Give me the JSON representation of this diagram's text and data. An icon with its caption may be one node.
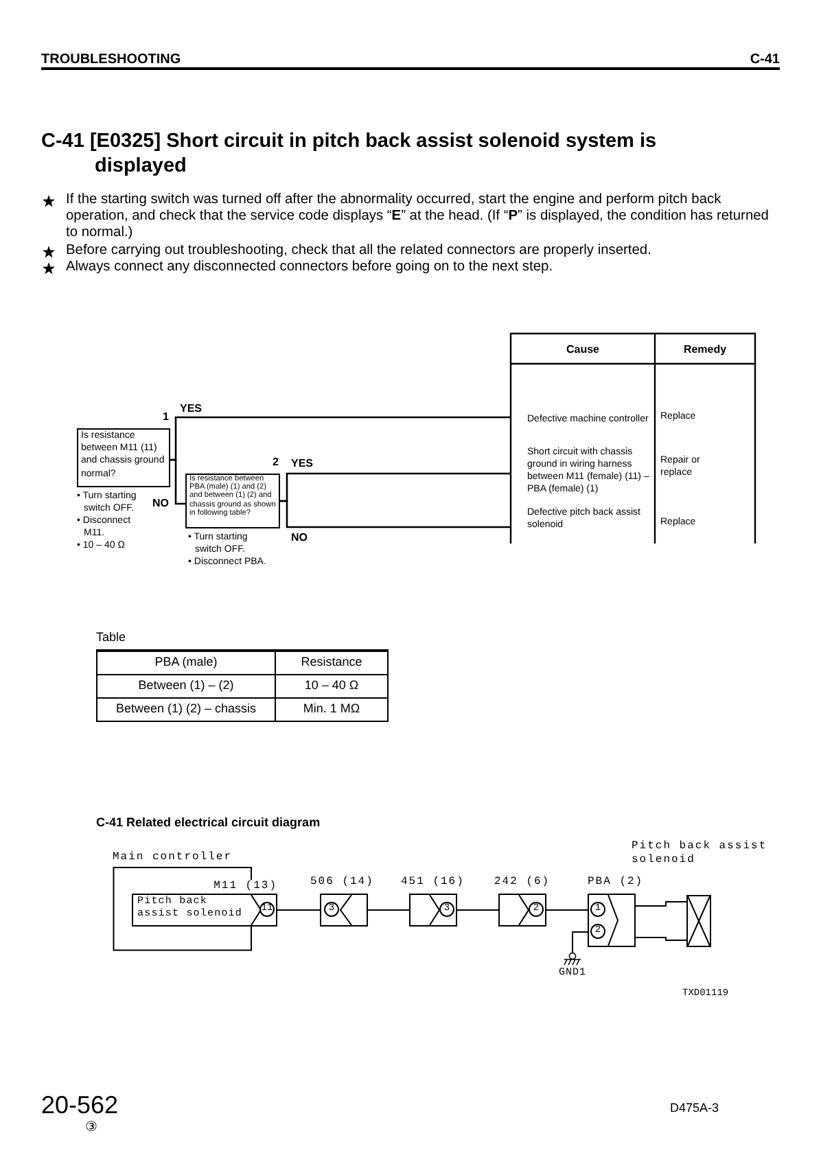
{
  "diagram": {
    "title": "C-41 [E0325] Short circuit in pitch back assist solenoid system is displayed",
    "nodes": [
      {
        "text": [
          "1",
          "Is resistance between M11 (11) and chassis ground normal?"
        ],
        "beside": [
          "• Turn starting switch OFF.",
          "• Disconnect M11.",
          "• 10 – 40 Ω"
        ]
      },
      {
        "text": [
          "2",
          "Is resistance between PBA (male) (1) and (2) and between (1) (2) and chassis ground as shown in following table?"
        ],
        "beside": [
          "• Turn starting switch OFF.",
          "• Disconnect PBA."
        ]
      },
      {
        "text": [
          "Defective machine controller"
        ]
      },
      {
        "text": [
          "Short circuit with chassis ground in wiring harness between M11 (female) (11) – PBA (female) (1)"
        ]
      },
      {
        "text": [
          "Defective pitch back assist solenoid"
        ]
      },
      {
        "text": [
          "Main controller"
        ]
      },
      {
        "text": [
          "Pitch back assist solenoid",
          "11"
        ]
      },
      {
        "text": [
          "3"
        ],
        "beside": [
          "506 (14)"
        ]
      },
      {
        "text": [
          "3"
        ],
        "beside": [
          "451 (16)"
        ]
      },
      {
        "text": [
          "2"
        ],
        "beside": [
          "242 (6)"
        ]
      },
      {
        "text": [
          "1",
          "2"
        ],
        "beside": [
          "PBA (2)"
        ]
      },
      {
        "text": [],
        "shape": "box",
        "beside": [
          "Pitch back assist solenoid"
        ]
      },
      {
        "text": [
          "GND1"
        ]
      }
    ],
    "edges": [
      {
        "from": 0,
        "to": 2,
        "arrow": "none",
        "label": "YES"
      },
      {
        "from": 0,
        "to": 1,
        "arrow": "none",
        "label": "NO"
      },
      {
        "from": 1,
        "to": 3,
        "arrow": "none",
        "label": "YES"
      },
      {
        "from": 1,
        "to": 4,
        "arrow": "none",
        "label": "NO"
      },
      {
        "from": 6,
        "to": 7,
        "arrow": "none"
      },
      {
        "from": 7,
        "to": 8,
        "arrow": "none"
      },
      {
        "from": 8,
        "to": 9,
        "arrow": "none"
      },
      {
        "from": 9,
        "to": 10,
        "arrow": "none"
      },
      {
        "from": 10,
        "to": 11,
        "arrow": "none"
      },
      {
        "from": 10,
        "to": 11,
        "arrow": "none"
      },
      {
        "from": 10,
        "to": 12,
        "arrow": "none"
      }
    ],
    "labels": [
      "TROUBLESHOOTING",
      "C-41",
      "If the starting switch was turned off after the abnormality occurred, start the engine and perform pitch back operation, and check that the service code displays “**E**” at the head. (If “**P**” is displayed, the condition has returned to normal.)",
      "Before carrying out troubleshooting, check that all the related connectors are properly inserted.",
      "Always connect any disconnected connectors before going on to the next step.",
      "Cause",
      "Remedy",
      "Replace",
      "Repair or replace",
      "Replace",
      "Table",
      "PBA (male)",
      "Resistance",
      "Between (1) – (2)",
      "10 – 40 Ω",
      "Between (1) (2) – chassis",
      "Min. 1 MΩ",
      "C-41 Related electrical circuit diagram",
      "M11 (13)",
      "TXD01119",
      "20-562",
      "③",
      "D475A-3"
    ]
  }
}
